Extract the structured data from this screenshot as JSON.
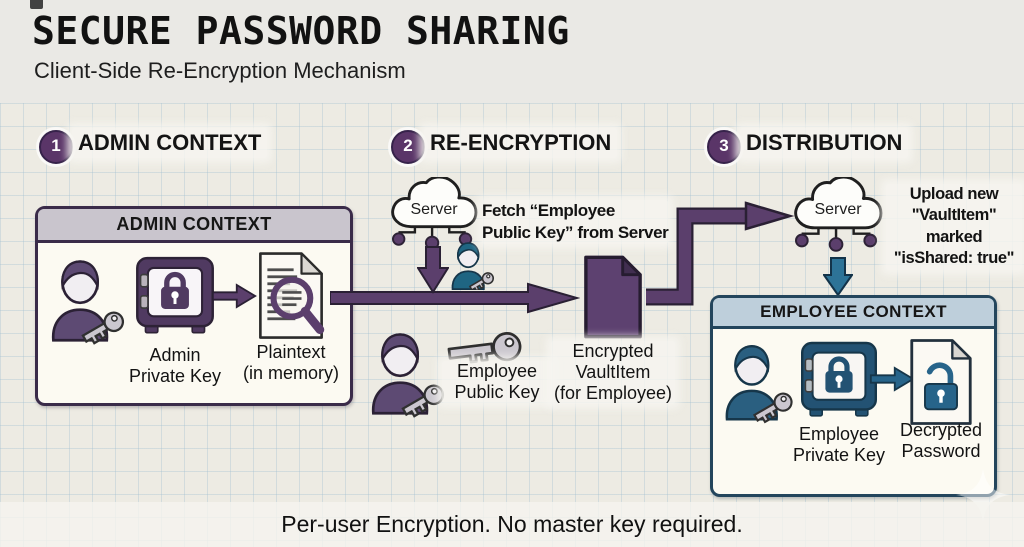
{
  "title": "SECURE PASSWORD SHARING",
  "subtitle": "Client-Side Re-Encryption Mechanism",
  "footer": "Per-user Encryption. No master key required.",
  "steps": [
    {
      "number": "1",
      "label": "ADMIN CONTEXT"
    },
    {
      "number": "2",
      "label": "RE-ENCRYPTION"
    },
    {
      "number": "3",
      "label": "DISTRIBUTION"
    }
  ],
  "admin_box": {
    "header": "ADMIN CONTEXT",
    "vault_label": {
      "line1": "Admin",
      "line2": "Private Key"
    },
    "doc_label": {
      "line1": "Plaintext",
      "line2": "(in memory)"
    }
  },
  "reencryption": {
    "server_label": "Server",
    "fetch_note": {
      "line1": "Fetch “Employee",
      "line2": "Public Key” from Server"
    },
    "public_key_label": {
      "line1": "Employee",
      "line2": "Public Key"
    },
    "vaultitem_label": {
      "line1": "Encrypted",
      "line2": "VaultItem",
      "line3": "(for Employee)"
    }
  },
  "distribution": {
    "server_label": "Server",
    "upload_note": {
      "line1": "Upload new",
      "line2": "\"VaultItem\"",
      "line3": "marked",
      "line4": "\"isShared: true\""
    }
  },
  "employee_box": {
    "header": "EMPLOYEE CONTEXT",
    "vault_label": {
      "line1": "Employee",
      "line2": "Private Key"
    },
    "doc_label": {
      "line1": "Decrypted",
      "line2": "Password"
    }
  },
  "icons": {
    "admin_user": "person-with-key",
    "vault": "safe-with-padlock",
    "plaintext_doc": "document-with-magnifier",
    "server": "cloud-server-with-nodes",
    "employee_public_key": "key",
    "encrypted_vaultitem": "purple-document",
    "decrypted_doc": "document-with-open-padlock",
    "sparkle": "four-point-star-watermark"
  },
  "colors": {
    "purple": "#5b3f6c",
    "purple_dark": "#2a2034",
    "blue": "#27648a",
    "blue_dark": "#16364a",
    "teal_arrow": "#2d7397",
    "key_gray": "#cbc7cf",
    "admin_header": "#c9c5cd",
    "employee_header": "#becfdb",
    "box_bg": "#fcfaf2",
    "grid_bg": "#edebe3"
  }
}
